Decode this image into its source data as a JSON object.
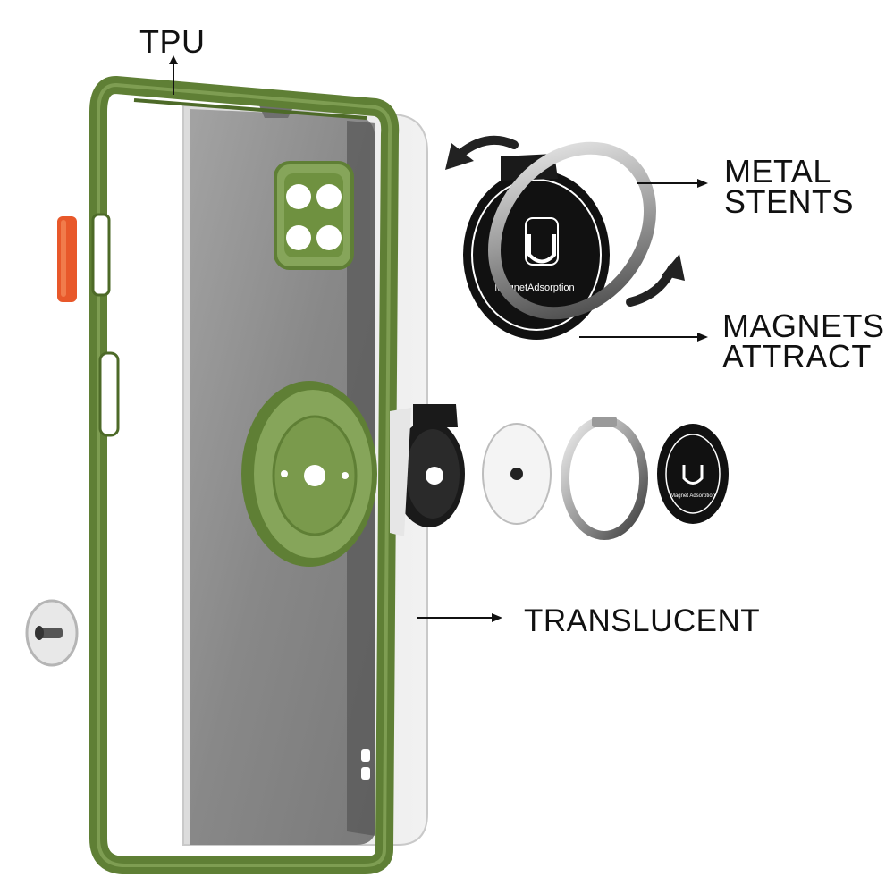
{
  "labels": {
    "tpu": "TPU",
    "metal_stents": [
      "METAL",
      "STENTS"
    ],
    "magnets_attract": [
      "MAGNETS",
      "ATTRACT"
    ],
    "translucent": "TRANSLUCENT"
  },
  "ring_text": {
    "holder": "MagnetAdsorption",
    "disc": "Magnet Adsorption"
  },
  "colors": {
    "bumper_green": "#5f7f35",
    "bumper_highlight": "#86a55a",
    "button_orange": "#e8582a",
    "back_panel_gray": "#8a8a8a",
    "text": "#111111"
  }
}
